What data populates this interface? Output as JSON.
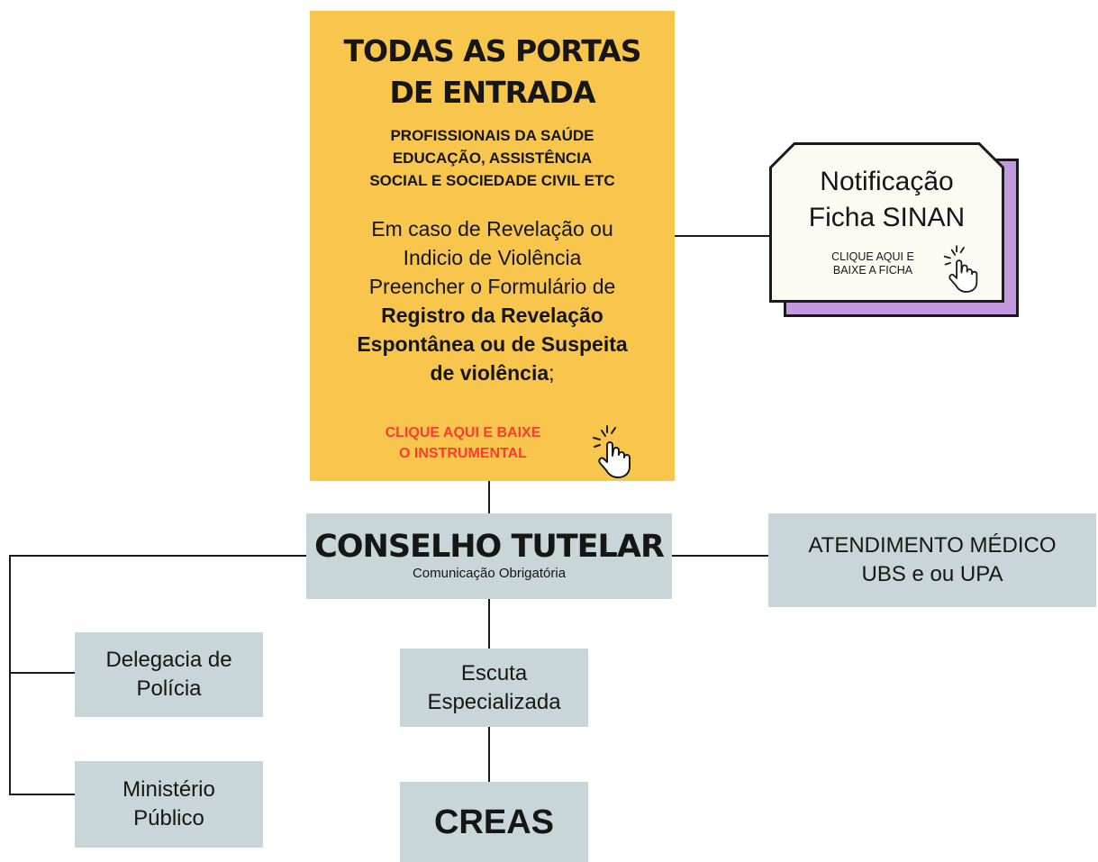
{
  "entry_box": {
    "title_lines": [
      "TODAS AS PORTAS",
      "DE ENTRADA"
    ],
    "subtitle_lines": [
      "PROFISSIONAIS DA SAÚDE",
      "EDUCAÇÃO, ASSISTÊNCIA",
      "SOCIAL E SOCIEDADE CIVIL ETC"
    ],
    "body_lines": {
      "l1": "Em caso de Revelação ou",
      "l2": "Indicio de Violência",
      "l3": "Preencher o Formulário de",
      "l4": "Registro da Revelação",
      "l5": "Espontânea ou de Suspeita",
      "l6_bold": "de violência",
      "l6_tail": ";"
    },
    "cta_lines": [
      "CLIQUE AQUI E BAIXE",
      "O INSTRUMENTAL"
    ],
    "cta_color": "#ff3b30",
    "background": "#f8c64d",
    "icon": "hand-pointer-icon"
  },
  "sinan_card": {
    "title_line1": "Notificação",
    "title_line2": "Ficha SINAN",
    "cta_lines": [
      "CLIQUE AQUI E",
      "BAIXE A FICHA"
    ],
    "shadow_color": "#c39ae0",
    "icon": "hand-pointer-icon"
  },
  "conselho": {
    "title": "CONSELHO TUTELAR",
    "subtitle": "Comunicação Obrigatória"
  },
  "atendimento": {
    "lines": [
      "ATENDIMENTO MÉDICO",
      "UBS e ou UPA"
    ]
  },
  "delegacia": {
    "lines": [
      "Delegacia de",
      "Polícia"
    ]
  },
  "ministerio": {
    "lines": [
      "Ministério",
      "Público"
    ]
  },
  "escuta": {
    "lines": [
      "Escuta",
      "Especializada"
    ]
  },
  "creas": {
    "label": "CREAS"
  },
  "node_color": "#c8d6d9"
}
